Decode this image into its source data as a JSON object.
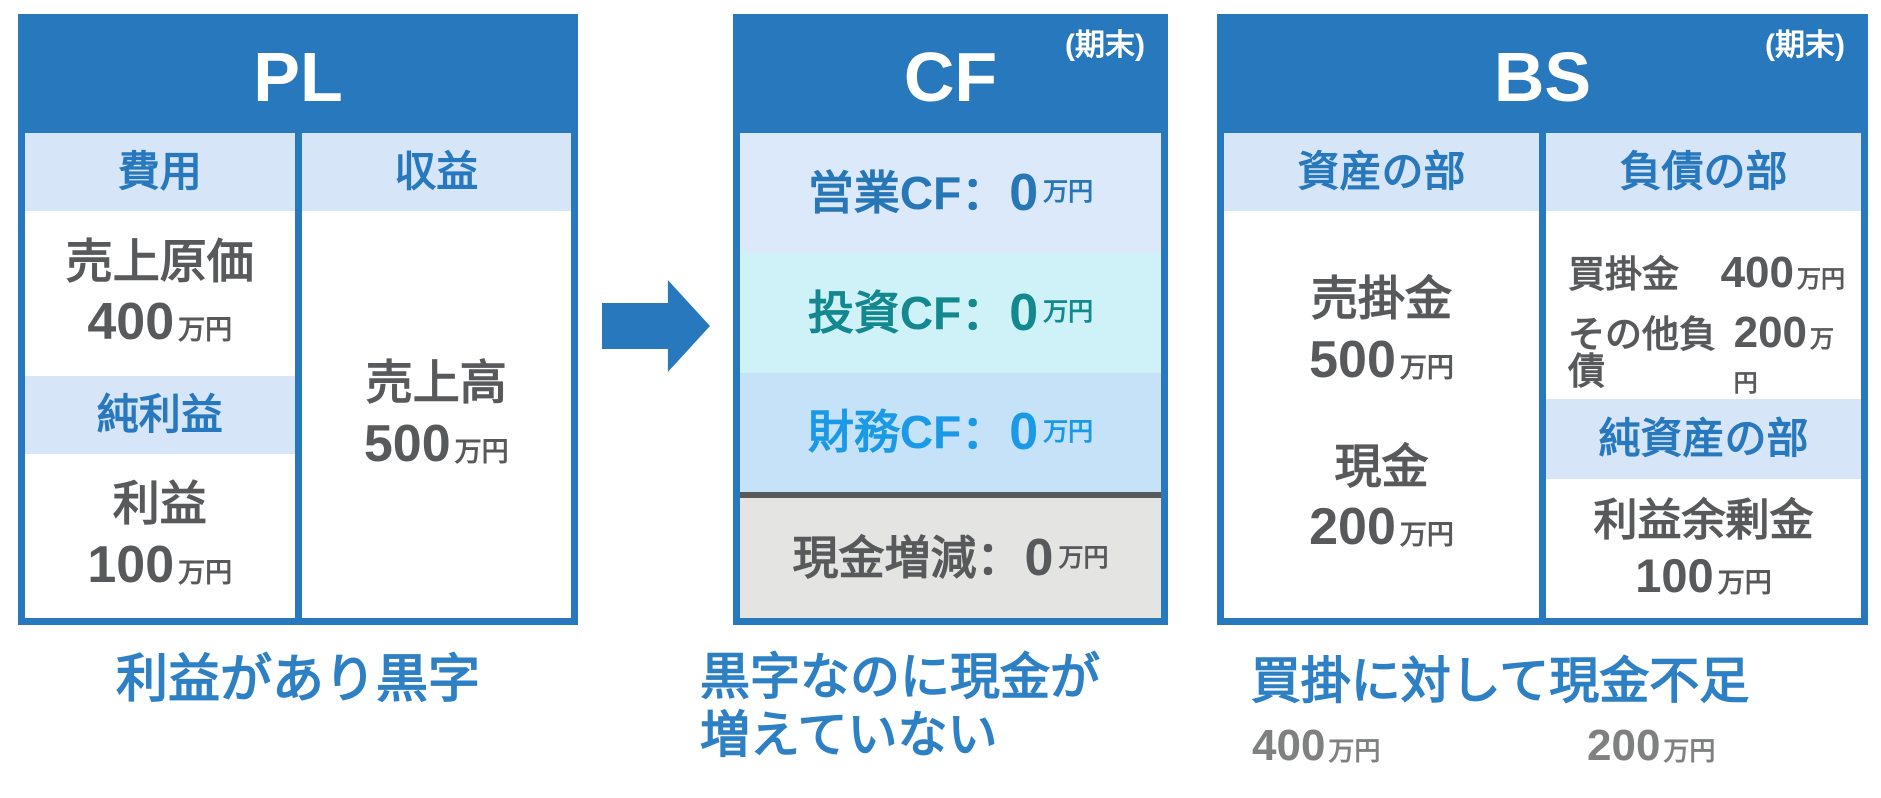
{
  "palette": {
    "primary_blue": "#2878BD",
    "band_light_blue": "#D6E5F8",
    "cf_operating_bg": "#DCE9FB",
    "cf_investing_bg": "#CFF2F8",
    "cf_financing_bg": "#C5E2F8",
    "cf_change_bg": "#E4E4E3",
    "cf_investing_text": "#14888F",
    "cf_financing_text": "#1A9AE6",
    "dark_gray_text": "#58595B",
    "sub_amount_gray": "#7F8080",
    "caption_blue": "#2E80C4",
    "header_text_white": "#FFFFFF"
  },
  "icons": {
    "flow_arrow": "right-arrow-icon"
  },
  "pl": {
    "title": "PL",
    "expenses_header": "費用",
    "revenue_header": "収益",
    "cogs_label": "売上原価",
    "cogs_amount": "400",
    "cogs_unit": "万円",
    "net_income_header": "純利益",
    "profit_label": "利益",
    "profit_amount": "100",
    "profit_unit": "万円",
    "sales_label": "売上高",
    "sales_amount": "500",
    "sales_unit": "万円",
    "caption": "利益があり黒字"
  },
  "cf": {
    "title": "CF",
    "period_note": "(期末)",
    "rows": [
      {
        "label": "営業CF",
        "separator": "：",
        "amount": "0",
        "unit": "万円"
      },
      {
        "label": "投資CF",
        "separator": "：",
        "amount": "0",
        "unit": "万円"
      },
      {
        "label": "財務CF",
        "separator": "：",
        "amount": "0",
        "unit": "万円"
      },
      {
        "label": "現金増減",
        "separator": "：",
        "amount": "0",
        "unit": "万円"
      }
    ],
    "caption_line1": "黒字なのに現金が",
    "caption_line2": "増えていない"
  },
  "bs": {
    "title": "BS",
    "period_note": "(期末)",
    "assets_header": "資産の部",
    "liabilities_header": "負債の部",
    "net_assets_header": "純資産の部",
    "receivables_label": "売掛金",
    "receivables_amount": "500",
    "receivables_unit": "万円",
    "cash_label": "現金",
    "cash_amount": "200",
    "cash_unit": "万円",
    "payables_label": "買掛金",
    "payables_amount": "400",
    "payables_unit": "万円",
    "other_liabilities_label": "その他負債",
    "other_liabilities_amount": "200",
    "other_liabilities_unit": "万円",
    "retained_earnings_label": "利益余剰金",
    "retained_earnings_amount": "100",
    "retained_earnings_unit": "万円",
    "caption": "買掛に対して現金不足",
    "caption_amount_left": "400",
    "caption_amount_left_unit": "万円",
    "caption_amount_right": "200",
    "caption_amount_right_unit": "万円"
  }
}
